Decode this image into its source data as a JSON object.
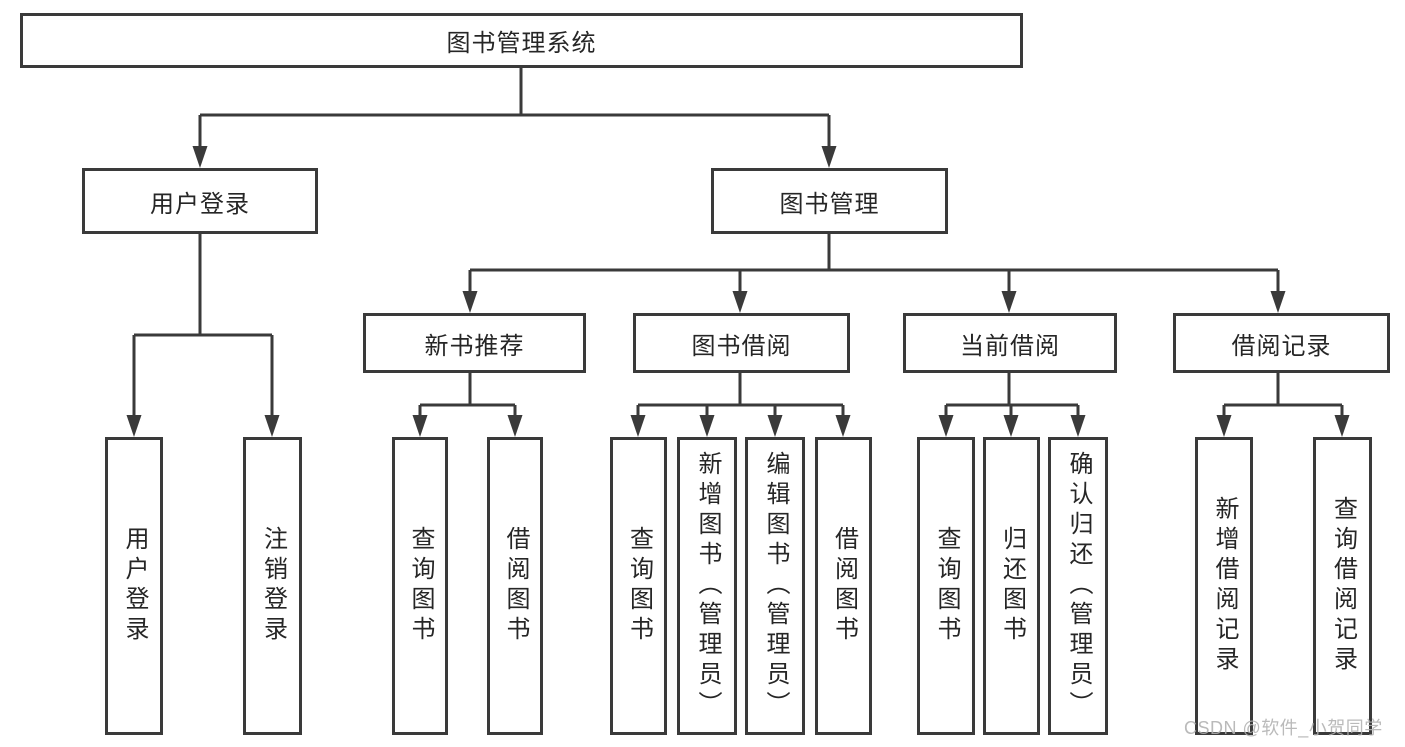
{
  "tree": {
    "root": "图书管理系统",
    "branches": [
      {
        "label": "用户登录",
        "leaves": [
          "用户登录",
          "注销登录"
        ]
      },
      {
        "label": "图书管理",
        "groups": [
          {
            "label": "新书推荐",
            "leaves": [
              "查询图书",
              "借阅图书"
            ]
          },
          {
            "label": "图书借阅",
            "leaves": [
              "查询图书",
              "新增图书（管理员）",
              "编辑图书（管理员）",
              "借阅图书"
            ]
          },
          {
            "label": "当前借阅",
            "leaves": [
              "查询图书",
              "归还图书",
              "确认归还（管理员）"
            ]
          },
          {
            "label": "借阅记录",
            "leaves": [
              "新增借阅记录",
              "查询借阅记录"
            ]
          }
        ]
      }
    ]
  },
  "watermark": {
    "text": "CSDN @软件_小贺同学"
  },
  "colors": {
    "line": "#3a3a3a",
    "border": "#3a3a3a",
    "text": "#262626",
    "background": "#ffffff",
    "watermark": "#b0b0b0"
  }
}
